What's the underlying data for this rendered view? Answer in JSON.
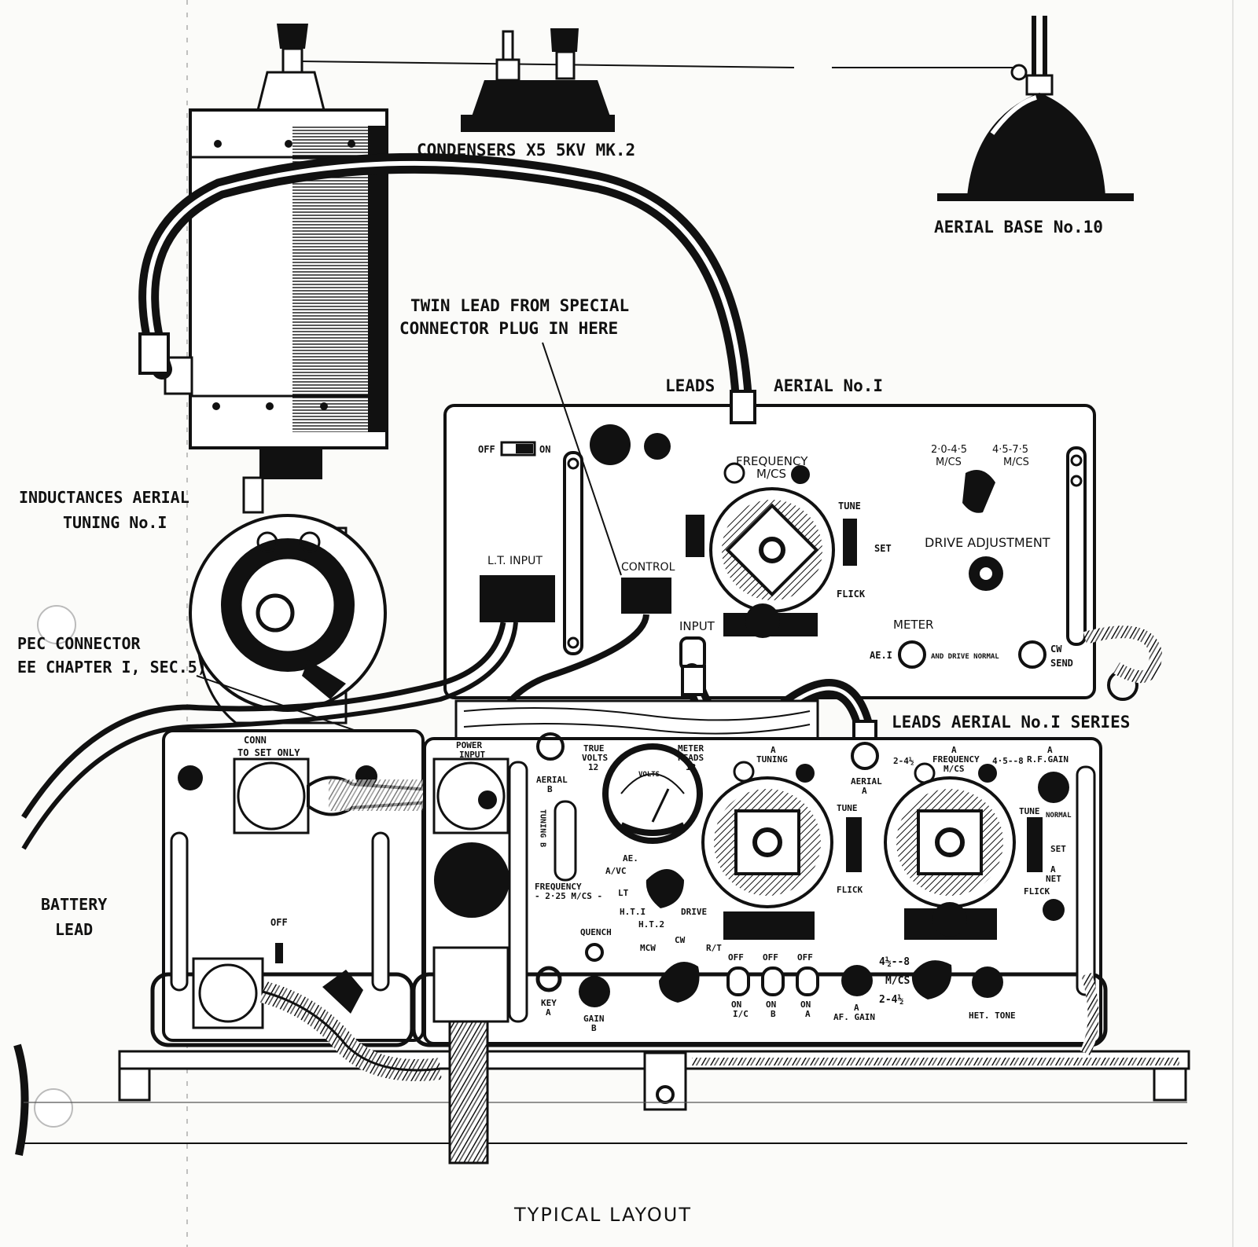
{
  "labels": {
    "condensers": "CONDENSERS X5 5KV MK.2",
    "aerial_base": "AERIAL BASE No.10",
    "twin_lead_1": "TWIN LEAD FROM SPECIAL",
    "twin_lead_2": "CONNECTOR PLUG IN HERE",
    "leads": "LEADS",
    "aerial_no1": "AERIAL No.I",
    "inductances_1": "INDUCTANCES AERIAL",
    "inductances_2": "TUNING No.I",
    "special_connector_1": "PEC   CONNECTOR",
    "special_connector_2": "EE CHAPTER I, SEC.5)",
    "battery_1": "BATTERY",
    "battery_2": "LEAD",
    "leads_series": "LEADS AERIAL No.I SERIES",
    "caption": "TYPICAL LAYOUT"
  },
  "tuner_panel": {
    "off": "OFF",
    "on": "ON",
    "lt_input": "L.T. INPUT",
    "control": "CONTROL",
    "frequency": "FREQUENCY",
    "mcs": "M/CS",
    "tune": "TUNE",
    "set": "SET",
    "flick": "FLICK",
    "band_low": "2·0-4·5",
    "band_low_unit": "M/CS",
    "band_high": "4·5-7·5",
    "band_high_unit": "M/CS",
    "drive_adjustment": "DRIVE ADJUSTMENT",
    "input": "INPUT",
    "meter": "METER",
    "ae1": "AE.I",
    "meter_normal": "AND DRIVE NORMAL",
    "cw": "CW",
    "send": "SEND"
  },
  "power_unit": {
    "conn_to_set": "CONN",
    "conn_to_set_2": "TO SET ONLY",
    "off": "OFF"
  },
  "main_set": {
    "power_input": "POWER",
    "power_input_2": "INPUT",
    "aerial_b": "AERIAL",
    "aerial_b_2": "B",
    "tuning_b": "TUNING B",
    "true_volts": "TRUE",
    "true_volts_2": "VOLTS",
    "true_volts_3": "12",
    "meter_reads": "METER",
    "meter_reads_2": "READS",
    "meter_reads_3": "12",
    "volts": "VOLTS",
    "frequency_b": "FREQUENCY",
    "frequency_b_range": "- 2·25 M/CS -",
    "ae": "AE.",
    "avc": "A/VC",
    "lt": "LT",
    "ht1": "H.T.I",
    "ht2": "H.T.2",
    "drive": "DRIVE",
    "quench": "QUENCH",
    "mcw": "MCW",
    "cw": "CW",
    "rt": "R/T",
    "key": "KEY",
    "key_2": "A",
    "gain_b": "GAIN",
    "gain_b_2": "B",
    "tuning_a_top": "A",
    "tuning_a": "TUNING",
    "tune_a": "TUNE",
    "flick_a": "FLICK",
    "aerial_a": "AERIAL",
    "aerial_a_2": "A",
    "band_a_low": "2-4½",
    "freq_a_top": "A",
    "freq_a": "FREQUENCY",
    "freq_a_unit": "M/CS",
    "band_a_high": "4·5--8",
    "rf_gain_top": "A",
    "rf_gain": "R.F.GAIN",
    "tune_b": "TUNE",
    "normal": "NORMAL",
    "set_b": "SET",
    "net_top": "A",
    "net": "NET",
    "flick_b": "FLICK",
    "off1": "OFF",
    "off2": "OFF",
    "off3": "OFF",
    "on1": "ON",
    "on1_sub": "I/C",
    "on2": "ON",
    "on2_sub": "B",
    "on3": "ON",
    "on3_sub": "A",
    "af_gain_top": "A",
    "af_gain": "AF. GAIN",
    "range_high": "4½--8",
    "range_unit": "M/CS",
    "range_low": "2-4½",
    "het_tone": "HET. TONE"
  }
}
